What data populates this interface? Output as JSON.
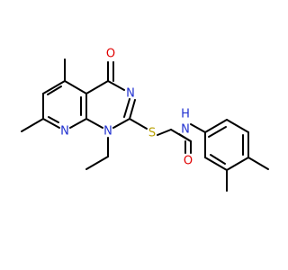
{
  "molecule": {
    "atoms": {
      "O1": "O",
      "N3": "N",
      "N1": "N",
      "N8": "N",
      "S": "S",
      "O2": "O",
      "NH": "N",
      "H": "H"
    },
    "colors": {
      "carbon": "#000000",
      "nitrogen": "#2030d0",
      "oxygen": "#e00000",
      "sulfur": "#b8a000"
    }
  }
}
